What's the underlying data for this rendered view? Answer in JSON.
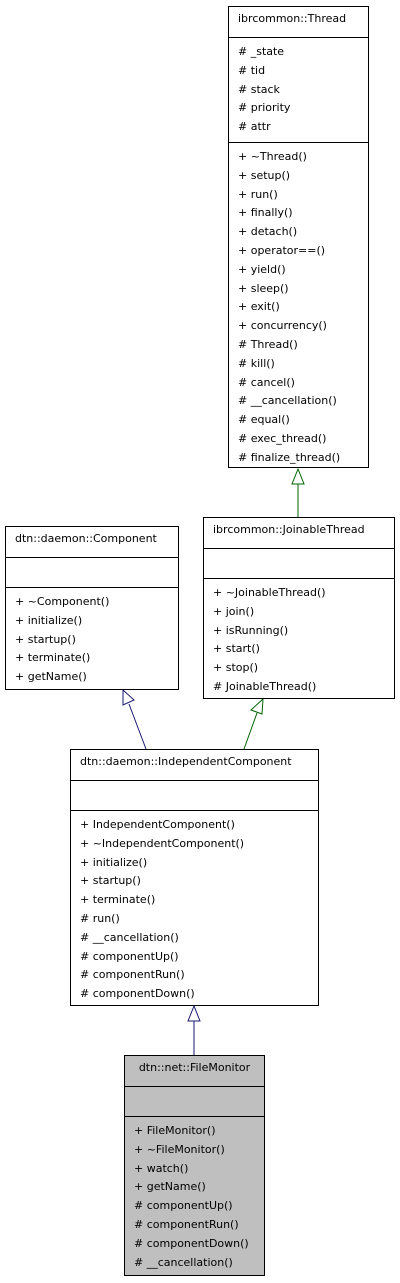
{
  "classes": {
    "thread": {
      "name": "ibrcommon::Thread",
      "attributes": [
        "# _state",
        "# tid",
        "# stack",
        "# priority",
        "# attr"
      ],
      "methods": [
        "+ ~Thread()",
        "+ setup()",
        "+ run()",
        "+ finally()",
        "+ detach()",
        "+ operator==()",
        "+ yield()",
        "+ sleep()",
        "+ exit()",
        "+ concurrency()",
        "# Thread()",
        "# kill()",
        "# cancel()",
        "# __cancellation()",
        "# equal()",
        "# exec_thread()",
        "# finalize_thread()"
      ]
    },
    "component": {
      "name": "dtn::daemon::Component",
      "attributes": [],
      "methods": [
        "+ ~Component()",
        "+ initialize()",
        "+ startup()",
        "+ terminate()",
        "+ getName()"
      ]
    },
    "joinable": {
      "name": "ibrcommon::JoinableThread",
      "attributes": [],
      "methods": [
        "+ ~JoinableThread()",
        "+ join()",
        "+ isRunning()",
        "+ start()",
        "+ stop()",
        "# JoinableThread()"
      ]
    },
    "independent": {
      "name": "dtn::daemon::IndependentComponent",
      "attributes": [],
      "methods": [
        "+ IndependentComponent()",
        "+ ~IndependentComponent()",
        "+ initialize()",
        "+ startup()",
        "+ terminate()",
        "# run()",
        "# __cancellation()",
        "# componentUp()",
        "# componentRun()",
        "# componentDown()"
      ]
    },
    "filemonitor": {
      "name": "dtn::net::FileMonitor",
      "attributes": [],
      "methods": [
        "+ FileMonitor()",
        "+ ~FileMonitor()",
        "+ watch()",
        "+ getName()",
        "# componentUp()",
        "# componentRun()",
        "# componentDown()",
        "# __cancellation()"
      ]
    }
  },
  "colors": {
    "inherit_public": "#191970",
    "inherit_protected": "#006400",
    "current_fill": "#bfbfbf"
  }
}
